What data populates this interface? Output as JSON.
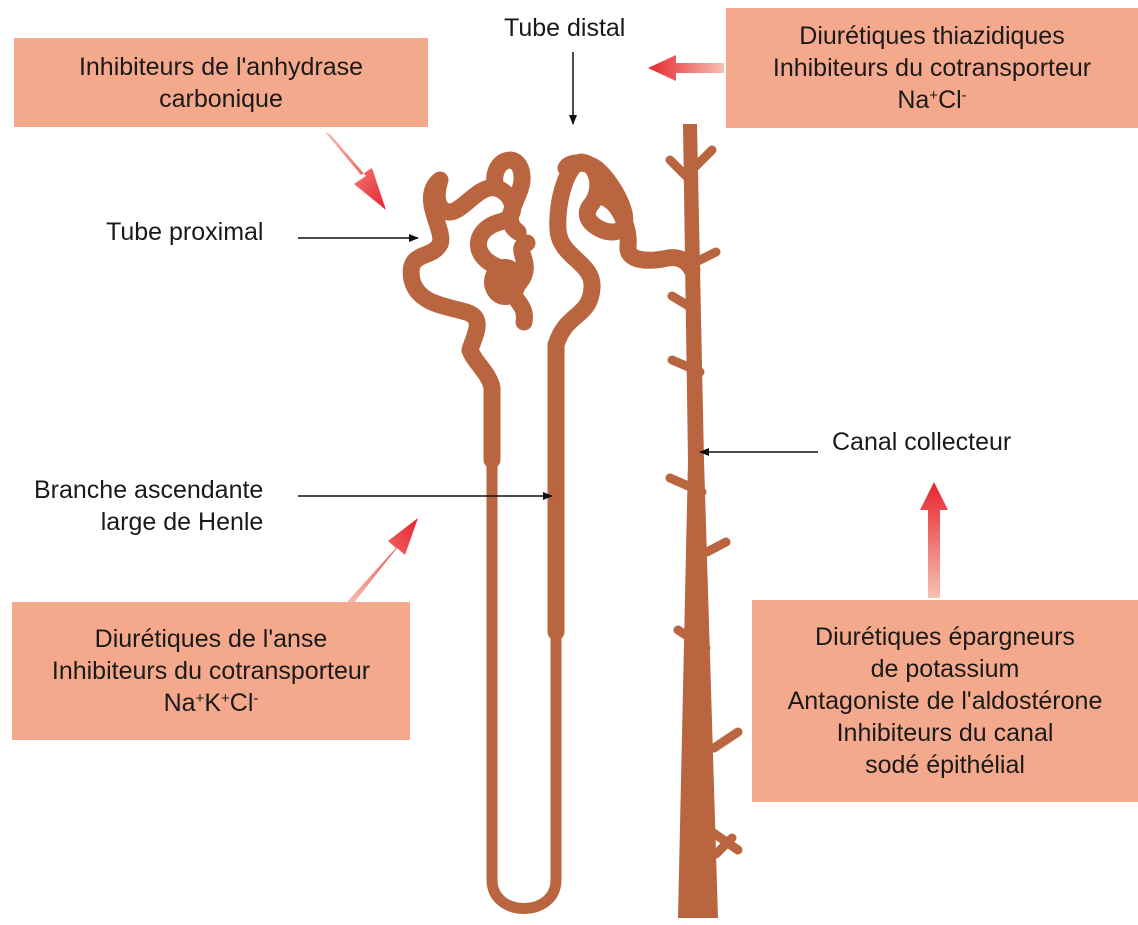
{
  "boxes": {
    "anhydrase": {
      "line1": "Inhibiteurs de l'anhydrase",
      "line2": "carbonique"
    },
    "thiazide": {
      "line1": "Diurétiques thiazidiques",
      "line2": "Inhibiteurs du cotransporteur",
      "ion1": "Na",
      "ion1_charge": "+",
      "ion2": "Cl",
      "ion2_charge": "-"
    },
    "loop": {
      "line1": "Diurétiques de l'anse",
      "line2": "Inhibiteurs du cotransporteur",
      "ion1": "Na",
      "ion1_charge": "+",
      "ion2": "K",
      "ion2_charge": "+",
      "ion3": "Cl",
      "ion3_charge": "-"
    },
    "potassium": {
      "line1": "Diurétiques épargneurs",
      "line2": "de potassium",
      "line3": "Antagoniste de l'aldostérone",
      "line4": "Inhibiteurs du canal",
      "line5": "sodé épithélial"
    }
  },
  "labels": {
    "distal": "Tube distal",
    "proximal": "Tube proximal",
    "henle_line1": "Branche ascendante",
    "henle_line2": "large de Henle",
    "collecting": "Canal collecteur"
  },
  "colors": {
    "box_fill": "#f5a98c",
    "tubule": "#b9653f",
    "tubule_highlight": "#e0a07f",
    "arrow_red": "#e8232d"
  }
}
